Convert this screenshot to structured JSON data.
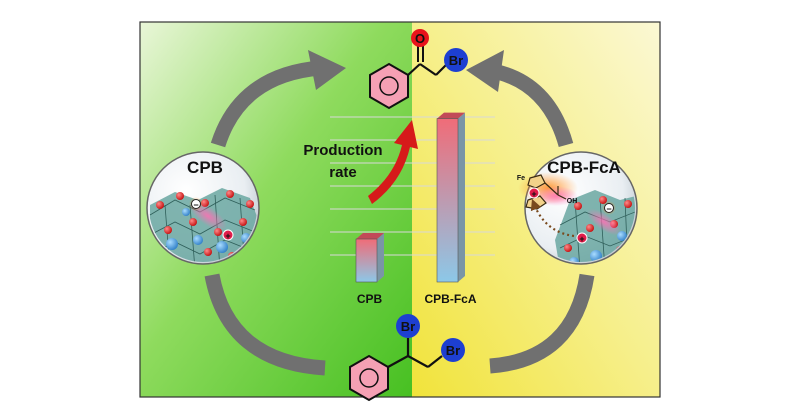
{
  "figure": {
    "production_label_line1": "Production",
    "production_label_line2": "rate",
    "left_sample": "CPB",
    "right_sample": "CPB-FcA",
    "bar_labels": [
      "CPB",
      "CPB-FcA"
    ],
    "production_rate_relative": [
      1,
      3.8
    ],
    "product": {
      "atoms": [
        "O",
        "Br"
      ]
    },
    "reactant": {
      "atoms": [
        "Br",
        "Br"
      ]
    },
    "charges": {
      "positive": "+",
      "negative": "−"
    },
    "fca_atoms": {
      "iron": "Fe",
      "hydroxyl": "OH"
    },
    "colors": {
      "left_background": "#5dc733",
      "right_background": "#f4ea55",
      "arrow_gray": "#707070",
      "oxygen_red": "#e8131b",
      "bromine_blue": "#1d3fd1",
      "bar_top": "#f06c78",
      "bar_bottom": "#8cc8e8",
      "rate_arrow": "#d61a1a"
    },
    "icons": [
      "benzene-ring",
      "octahedra-lattice",
      "ferrocene",
      "curved-arrow"
    ]
  }
}
